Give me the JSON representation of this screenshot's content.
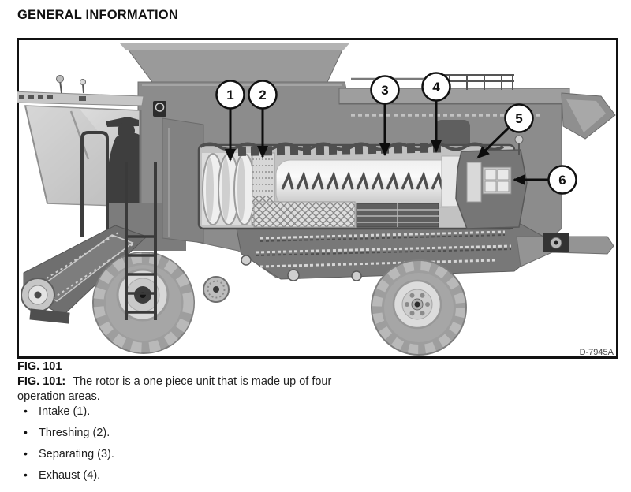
{
  "title": "GENERAL INFORMATION",
  "figure": {
    "label": "FIG. 101",
    "code": "D-7945A",
    "callouts": [
      {
        "label": "1"
      },
      {
        "label": "2"
      },
      {
        "label": "3"
      },
      {
        "label": "4"
      },
      {
        "label": "5"
      },
      {
        "label": "6"
      }
    ]
  },
  "caption": {
    "lead": "FIG. 101:",
    "text": "The rotor is a one piece unit that is made up of four operation areas."
  },
  "operations": [
    {
      "bullet": "•",
      "label": "Intake (1)."
    },
    {
      "bullet": "•",
      "label": "Threshing (2)."
    },
    {
      "bullet": "•",
      "label": "Separating (3)."
    },
    {
      "bullet": "•",
      "label": "Exhaust (4)."
    }
  ],
  "colors": {
    "ink": "#1a1a1a",
    "line_art": "#111111",
    "machine_gray": "#8c8c8c"
  }
}
